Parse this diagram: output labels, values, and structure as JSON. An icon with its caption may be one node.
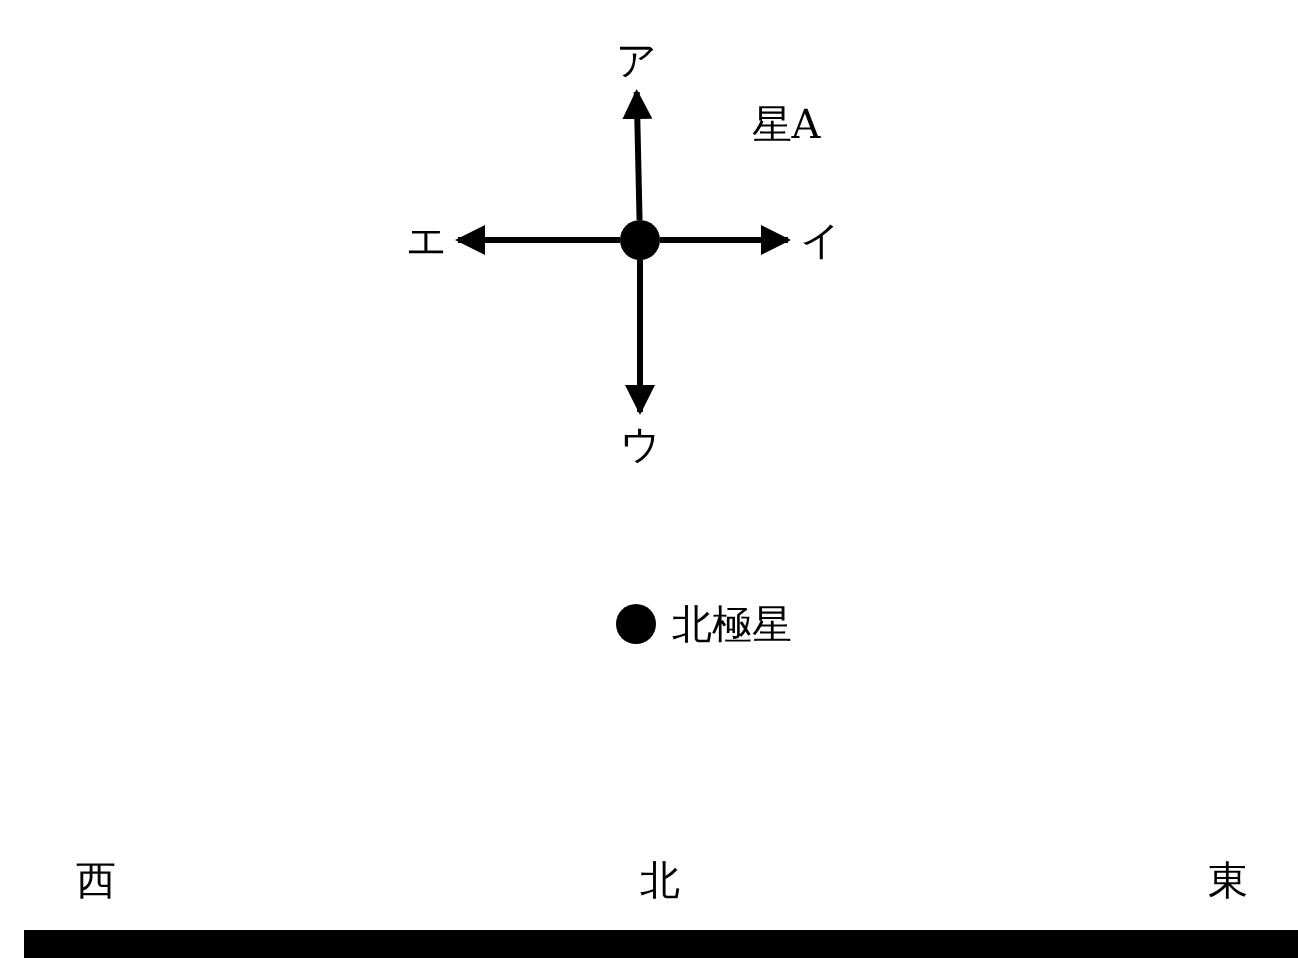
{
  "diagram": {
    "nodes": [
      {
        "text": [],
        "shape": "circle",
        "beside": [
          "星A"
        ]
      },
      {
        "text": [
          "ア"
        ]
      },
      {
        "text": [
          "イ"
        ]
      },
      {
        "text": [
          "ウ"
        ]
      },
      {
        "text": [
          "エ"
        ]
      },
      {
        "text": [],
        "shape": "circle",
        "beside": [
          "北極星"
        ]
      }
    ],
    "edges": [
      {
        "from": 0,
        "to": 1,
        "arrow": "to"
      },
      {
        "from": 0,
        "to": 2,
        "arrow": "to"
      },
      {
        "from": 0,
        "to": 3,
        "arrow": "to"
      },
      {
        "from": 0,
        "to": 4,
        "arrow": "to"
      }
    ],
    "labels": [
      "西",
      "北",
      "東"
    ]
  }
}
